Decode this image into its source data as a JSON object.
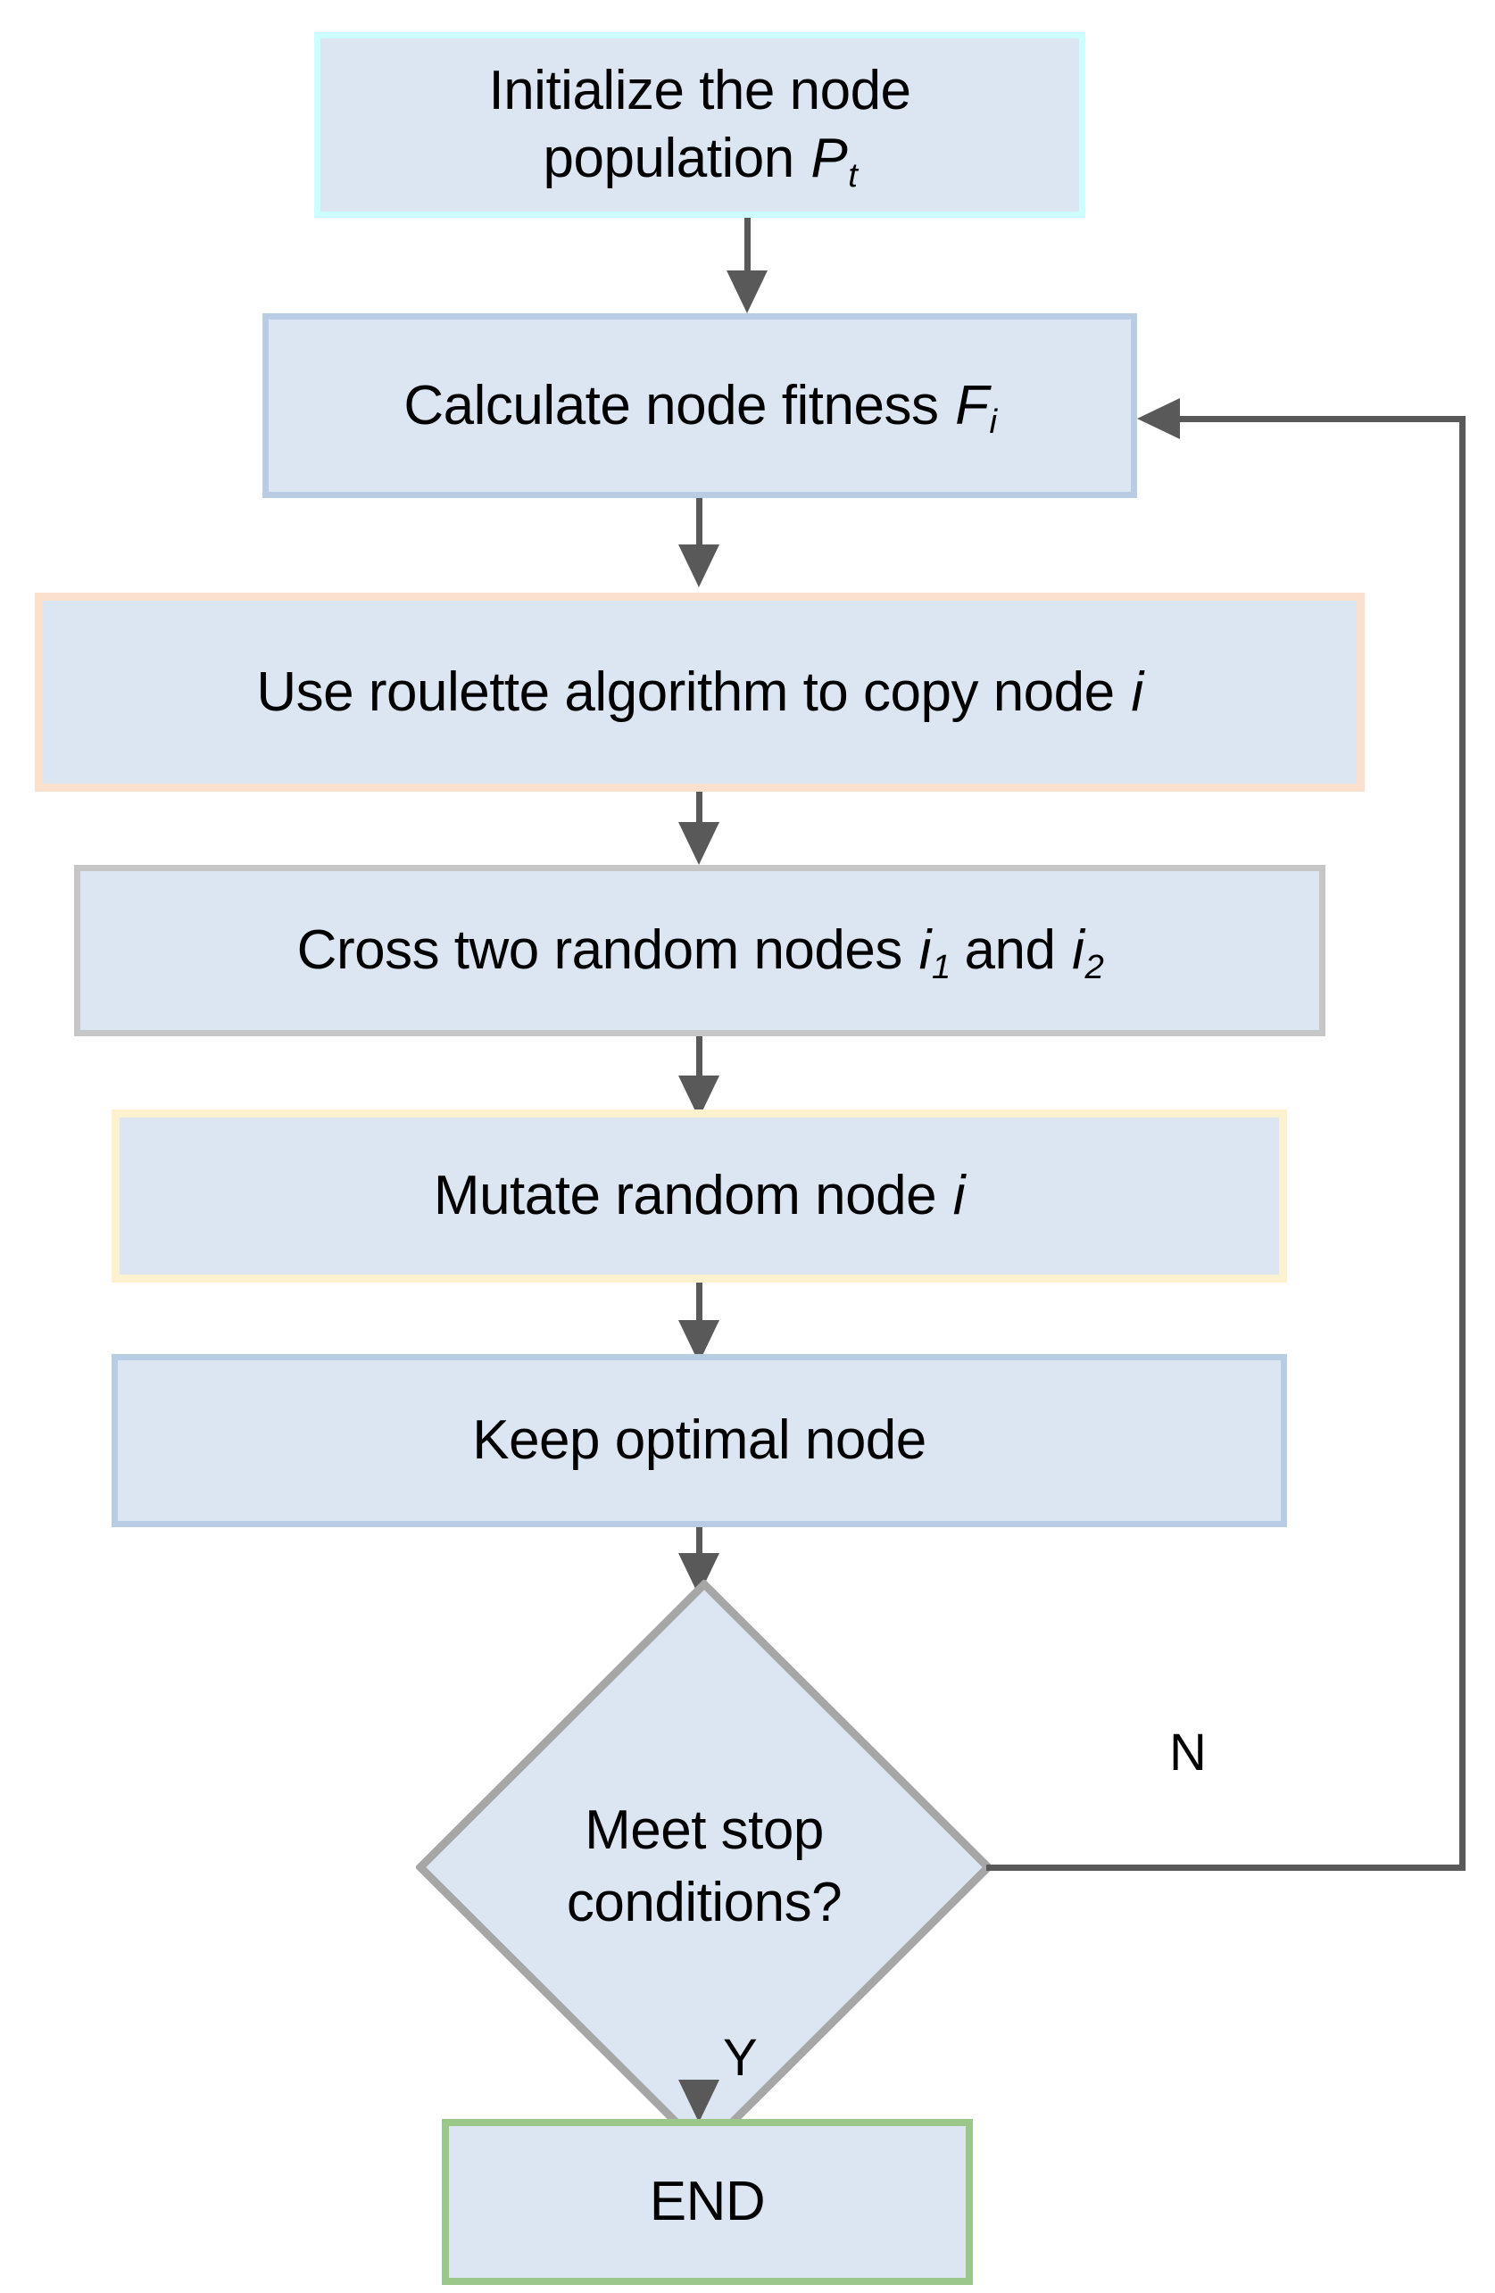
{
  "diagram": {
    "title": "Genetic algorithm node optimization flowchart",
    "type": "flowchart",
    "nodes": [
      {
        "id": "init",
        "shape": "process",
        "text": "Initialize the node population P",
        "line1": "Initialize the node",
        "line2_prefix": "population ",
        "line2_var": "P",
        "line2_sub": "t",
        "fill": "#dce6f2",
        "border": "#ccffff"
      },
      {
        "id": "fitness",
        "shape": "process",
        "text": "Calculate node fitness F",
        "prefix": "Calculate node fitness ",
        "var": "F",
        "sub": "i",
        "fill": "#dce6f2",
        "border": "#b8cce4"
      },
      {
        "id": "roulette",
        "shape": "process",
        "text": "Use roulette algorithm to copy node i",
        "prefix": "Use roulette algorithm to copy node ",
        "var": "i",
        "sub": "",
        "fill": "#dce6f2",
        "border": "#fbe0ce"
      },
      {
        "id": "cross",
        "shape": "process",
        "text": "Cross two random nodes i1 and i2",
        "prefix": "Cross two random nodes ",
        "var": "i",
        "sub": "1",
        "middle": " and ",
        "var2": "i",
        "sub2": "2",
        "fill": "#dce6f2",
        "border": "#c6c6c6"
      },
      {
        "id": "mutate",
        "shape": "process",
        "text": "Mutate random node i",
        "prefix": "Mutate random node ",
        "var": "i",
        "sub": "",
        "fill": "#dce6f2",
        "border": "#fdf2cf"
      },
      {
        "id": "keep",
        "shape": "process",
        "text": "Keep optimal node",
        "prefix": "Keep optimal node",
        "fill": "#dce6f2",
        "border": "#b8cce4"
      },
      {
        "id": "decision",
        "shape": "diamond",
        "text": "Meet stop conditions?",
        "line1": "Meet stop",
        "line2": "conditions?",
        "fill": "#dce6f2",
        "border": "#a6a6a6"
      },
      {
        "id": "end",
        "shape": "terminator",
        "text": "END",
        "fill": "#dce6f2",
        "border": "#9bc88a"
      }
    ],
    "edges": [
      {
        "from": "init",
        "to": "fitness",
        "label": ""
      },
      {
        "from": "fitness",
        "to": "roulette",
        "label": ""
      },
      {
        "from": "roulette",
        "to": "cross",
        "label": ""
      },
      {
        "from": "cross",
        "to": "mutate",
        "label": ""
      },
      {
        "from": "mutate",
        "to": "keep",
        "label": ""
      },
      {
        "from": "keep",
        "to": "decision",
        "label": ""
      },
      {
        "from": "decision",
        "to": "end",
        "label": "Y"
      },
      {
        "from": "decision",
        "to": "fitness",
        "label": "N"
      }
    ],
    "edge_labels": {
      "yes": "Y",
      "no": "N"
    },
    "colors": {
      "node_fill": "#dce6f2",
      "connector": "#595959",
      "text": "#000000"
    }
  }
}
